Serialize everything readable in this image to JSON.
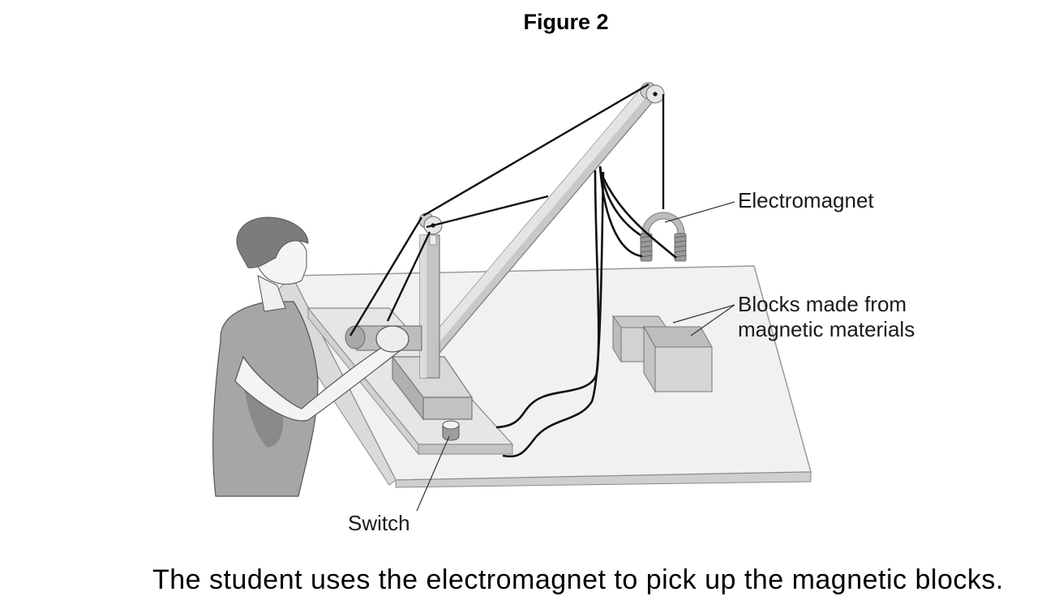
{
  "figure": {
    "title": "Figure 2",
    "labels": {
      "electromagnet": "Electromagnet",
      "blocks_line1": "Blocks made from",
      "blocks_line2": "magnetic materials",
      "switch": "Switch"
    },
    "illustration": {
      "description": "Student operating a model crane with an electromagnet to lift magnetic blocks",
      "parts": [
        "student",
        "crane-boom",
        "crane-mast",
        "winch-handle",
        "pulley-top",
        "pulley-mast",
        "electromagnet",
        "coil-wires",
        "magnetic-blocks",
        "switch",
        "base-board",
        "table"
      ]
    },
    "colors": {
      "line": "#111111",
      "light_fill": "#f2f2f2",
      "mid_fill": "#c8c8c8",
      "dark_fill": "#9a9a9a",
      "shirt": "#a6a6a6",
      "hair": "#7c7c7c"
    }
  },
  "following_text": "The student uses the electromagnet to pick up the magnetic blocks."
}
